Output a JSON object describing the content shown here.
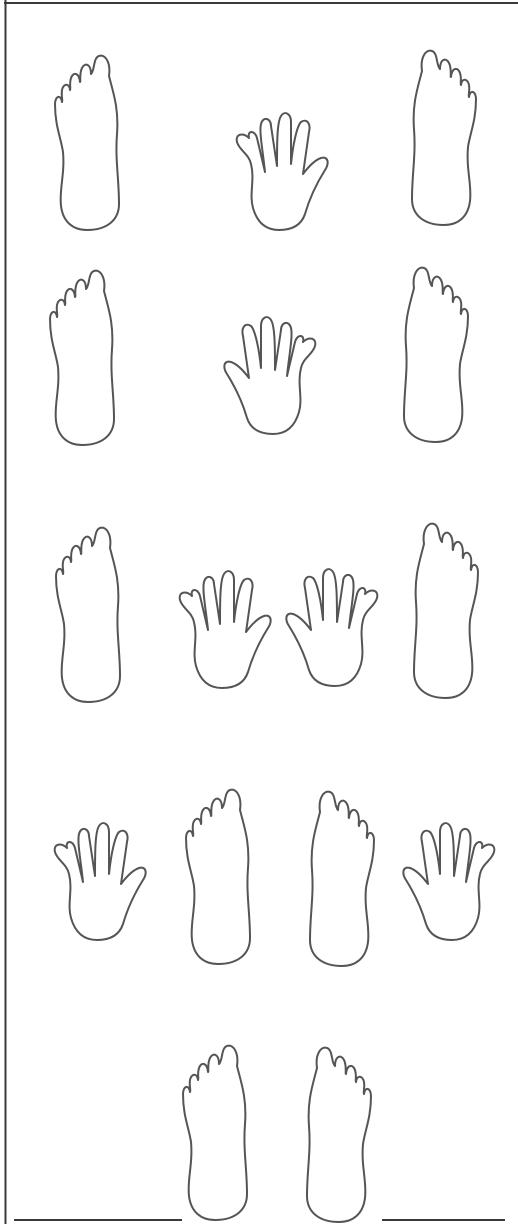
{
  "mat": {
    "rows": [
      {
        "items": [
          "left-foot",
          "left-hand",
          "right-foot"
        ]
      },
      {
        "items": [
          "left-foot",
          "right-hand",
          "right-foot"
        ]
      },
      {
        "items": [
          "left-foot",
          "left-hand",
          "right-hand",
          "right-foot"
        ]
      },
      {
        "items": [
          "left-hand",
          "left-foot",
          "right-foot",
          "right-hand"
        ]
      },
      {
        "items": [
          "left-foot",
          "right-foot"
        ]
      }
    ]
  },
  "colors": {
    "outline": "#555555",
    "background": "#ffffff",
    "border": "#3a3a3a"
  }
}
